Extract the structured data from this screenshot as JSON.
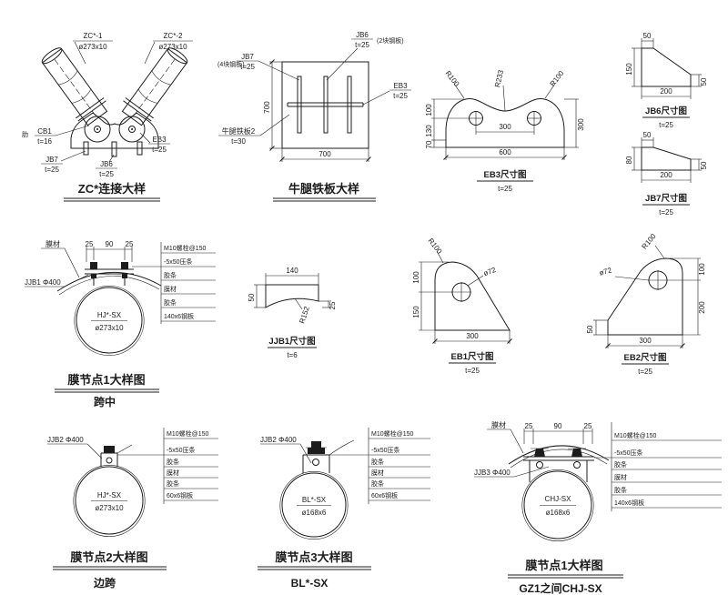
{
  "zc": {
    "title": "ZC*连接大样",
    "zc1": "ZC*-1",
    "zc1_size": "ø273x10",
    "zc2": "ZC*-2",
    "zc2_size": "ø273x10",
    "cb1": "CB1",
    "cb1_t": "t=16",
    "jb7": "JB7",
    "jb7_t": "t=25",
    "jb6": "JB6",
    "jb6_t": "t=25",
    "eb3": "EB3",
    "eb3_t": "t=25",
    "rib": "肋"
  },
  "corbel": {
    "title": "牛腿铁板大样",
    "jb7": "JB7",
    "jb7_t": "t=25",
    "jb7_qty": "(4块钢板)",
    "jb6": "JB6",
    "jb6_t": "t=25",
    "jb6_qty": "(2块钢板)",
    "eb3": "EB3",
    "eb3_t": "t=25",
    "plate": "牛腿铁板2",
    "plate_t": "t=30",
    "dim_w": "700",
    "dim_h": "700"
  },
  "eb3dim": {
    "title": "EB3尺寸图",
    "t": "t=25",
    "r_left": "R100",
    "r_mid": "R233",
    "r_right": "R100",
    "d100": "100",
    "d130": "130",
    "d70": "70",
    "d300r": "300",
    "d300h": "300",
    "d600": "600"
  },
  "jb6dim": {
    "title": "JB6尺寸图",
    "t": "t=25",
    "d50t": "50",
    "d150": "150",
    "d50r": "50",
    "d200": "200"
  },
  "jb7dim": {
    "title": "JB7尺寸图",
    "t": "t=25",
    "d50t": "50",
    "d80": "80",
    "d50r": "50",
    "d200": "200"
  },
  "node1": {
    "title": "膜节点1大样图",
    "subtitle": "跨中",
    "membrane": "膜材",
    "clamp": "JJB1 Φ400",
    "pipe": "HJ*-SX",
    "pipe_size": "ø273x10",
    "d25a": "25",
    "d90": "90",
    "d25b": "25",
    "callouts": [
      "M10螺栓@150",
      "-5x50压条",
      "胶条",
      "膜材",
      "胶条",
      "140x6钢板"
    ]
  },
  "jjb1dim": {
    "title": "JJB1尺寸图",
    "t": "t=6",
    "d140": "140",
    "d50": "50",
    "d25": "25",
    "r": "R152"
  },
  "eb1dim": {
    "title": "EB1尺寸图",
    "t": "t=25",
    "r": "R100",
    "hole": "ø72",
    "d100": "100",
    "d150": "150",
    "d300": "300"
  },
  "eb2dim": {
    "title": "EB2尺寸图",
    "t": "t=25",
    "r": "R100",
    "hole": "ø72",
    "d100": "100",
    "d200": "200",
    "d50": "50",
    "d300": "300"
  },
  "node2": {
    "title": "膜节点2大样图",
    "subtitle": "边跨",
    "clamp": "JJB2 Φ400",
    "pipe": "HJ*-SX",
    "pipe_size": "ø273x10",
    "callouts": [
      "M10螺栓@150",
      "-5x50压条",
      "胶条",
      "膜材",
      "胶条",
      "60x6钢板"
    ]
  },
  "node3": {
    "title": "膜节点3大样图",
    "subtitle": "BL*-SX",
    "clamp": "JJB2 Φ400",
    "pipe": "BL*-SX",
    "pipe_size": "ø168x6",
    "callouts": [
      "M10螺栓@150",
      "-5x50压条",
      "胶条",
      "膜材",
      "胶条",
      "60x6钢板"
    ]
  },
  "node4": {
    "title": "膜节点1大样图",
    "subtitle": "GZ1之间CHJ-SX",
    "membrane": "膜材",
    "clamp": "JJB3 Φ400",
    "pipe": "CHJ-SX",
    "pipe_size": "ø168x6",
    "d25a": "25",
    "d90": "90",
    "d25b": "25",
    "callouts": [
      "M10螺栓@150",
      "-5x50压条",
      "胶条",
      "膜材",
      "胶条",
      "140x6钢板"
    ]
  }
}
